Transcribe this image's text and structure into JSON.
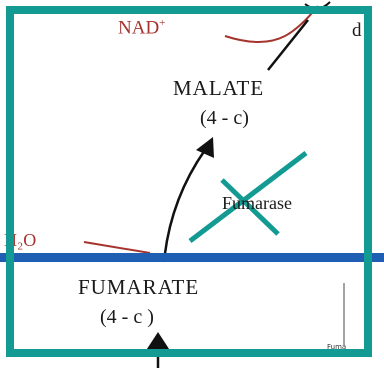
{
  "labels": {
    "nad": "NAD",
    "nad_sup": "+",
    "malate": "MALATE",
    "malate_carbons": "(4 - c)",
    "fumarase": "Fumarase",
    "h2o": "H₂O",
    "fumarate": "FUMARATE",
    "fumarate_carbons": "(4 - c )",
    "edge_top_right": "d",
    "structure_caption": "Fuma"
  },
  "colors": {
    "frame": "#139a93",
    "cross": "#139a93",
    "divider": "#1f5fb3",
    "text_red": "#a6332d",
    "text_dark": "#1a1a1a"
  }
}
